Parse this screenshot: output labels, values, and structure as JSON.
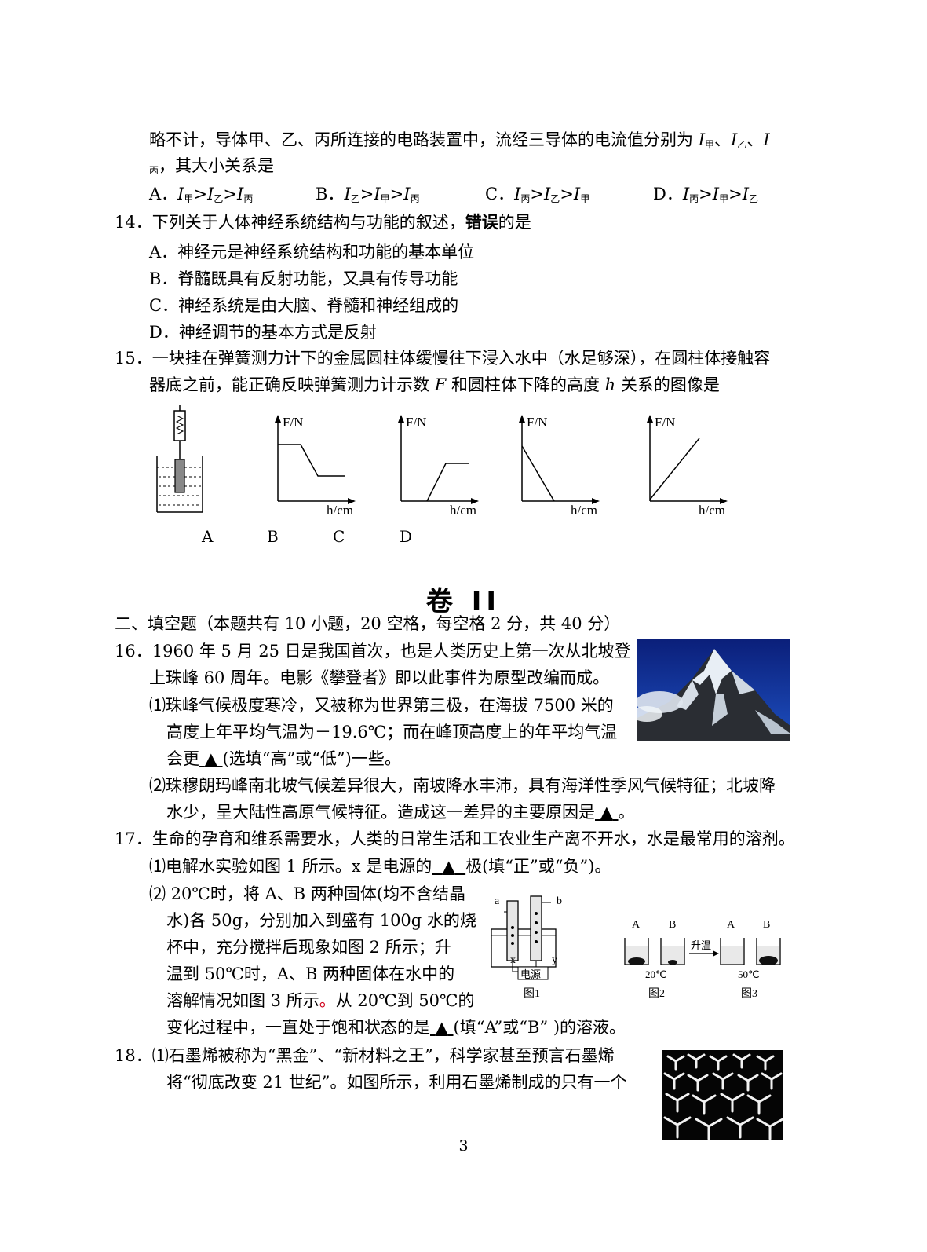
{
  "q13": {
    "line1_prefix": "略不计，导体甲、乙、丙所连接的电路装置中，流经三导体的电流值分别为 ",
    "line2": "，其大小关系是",
    "sub_jia": "甲",
    "sub_yi": "乙",
    "sub_bing": "丙",
    "I": "I",
    "sep": "、",
    "options": [
      "A．",
      "B．",
      "C．",
      "D．"
    ],
    "gt": ">"
  },
  "q14": {
    "number": "14．",
    "stem_prefix": "下列关于人体神经系统结构与功能的叙述，",
    "stem_bold": "错误",
    "stem_suffix": "的是",
    "options": [
      "A．神经元是神经系统结构和功能的基本单位",
      "B．脊髓既具有反射功能，又具有传导功能",
      "C．神经系统是由大脑、脊髓和神经组成的",
      "D．神经调节的基本方式是反射"
    ]
  },
  "q15": {
    "number": "15．",
    "line1": "一块挂在弹簧测力计下的金属圆柱体缓慢往下浸入水中（水足够深），在圆柱体接触容",
    "line2_a": "器底之前，能正确反映弹簧测力计示数 ",
    "line2_F": "F",
    "line2_b": " 和圆柱体下降的高度 ",
    "line2_h": "h",
    "line2_c": " 关系的图像是",
    "y_axis": "F/N",
    "x_axis": "h/cm",
    "option_labels": [
      "A",
      "B",
      "C",
      "D"
    ]
  },
  "section2": {
    "title": "卷  II",
    "header": "二、填空题（本题共有 10 小题，20 空格，每空格 2 分，共 40 分）"
  },
  "q16": {
    "number": "16．",
    "line1": "1960 年 5 月 25 日是我国首次，也是人类历史上第一次从北坡登",
    "line2": "上珠峰 60 周年。电影《攀登者》即以此事件为原型改编而成。",
    "p1_line1": "⑴珠峰气候极度寒冷，又被称为世界第三极，在海拔 7500 米的",
    "p1_line2": "高度上年平均气温为－19.6℃；而在峰顶高度上的年平均气温",
    "p1_line3_a": "会更",
    "p1_line3_b": "(选填“高”或“低”)一些。",
    "p2_line1": "⑵珠穆朗玛峰南北坡气候差异很大，南坡降水丰沛，具有海洋性季风气候特征；北坡降",
    "p2_line2_a": "水少，呈大陆性高原气候特征。造成这一差异的主要原因是",
    "p2_line2_b": "。",
    "blank_mark": "▲"
  },
  "q17": {
    "number": "17．",
    "line1": "生命的孕育和维系需要水，人类的日常生活和工农业生产离不开水，水是最常用的溶剂。",
    "p1_a": "⑴电解水实验如图 1 所示。x 是电源的",
    "p1_b": "极(填“正”或“负”)。",
    "p2_l1": "⑵ 20℃时，将 A、B 两种固体(均不含结晶",
    "p2_l2": "水)各 50g，分别加入到盛有 100g 水的烧",
    "p2_l3": "杯中，充分搅拌后现象如图 2 所示；升",
    "p2_l4": "温到 50℃时，A、B 两种固体在水中的",
    "p2_l5_a": "溶解情况如图 3 所示",
    "p2_l5_red": "。",
    "p2_l5_b": "从 20℃到 50℃的",
    "p2_l6_a": "变化过程中，一直处于饱和状态的是",
    "p2_l6_b": "(填“A”或“B” )的溶液。",
    "blank_mark": "▲",
    "fig1": {
      "a": "a",
      "b": "b",
      "x": "x",
      "y": "y",
      "power": "电源",
      "caption": "图1"
    },
    "fig2": {
      "A": "A",
      "B": "B",
      "temp": "20℃",
      "caption": "图2"
    },
    "fig3": {
      "A": "A",
      "B": "B",
      "temp": "50℃",
      "caption": "图3",
      "arrow_text": "升温"
    }
  },
  "q18": {
    "number": "18．",
    "line1": "⑴石墨烯被称为“黑金”、“新材料之王”，科学家甚至预言石墨烯",
    "line2": "将“彻底改变 21 世纪”。如图所示，利用石墨烯制成的只有一个"
  },
  "page_number": "3"
}
